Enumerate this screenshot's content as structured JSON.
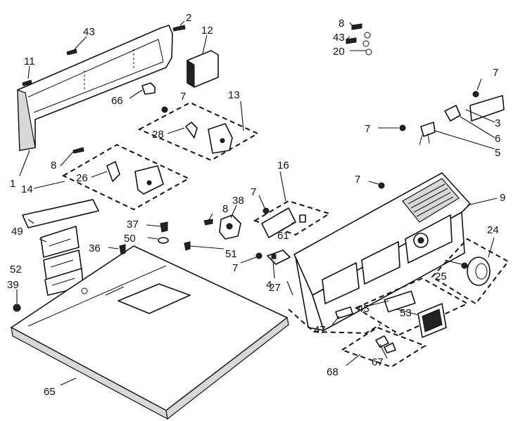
{
  "callouts": {
    "c1": "1",
    "c2": "2",
    "c3": "3",
    "c4": "4",
    "c5": "5",
    "c6": "6",
    "c7a": "7",
    "c7b": "7",
    "c7c": "7",
    "c7d": "7",
    "c7e": "7",
    "c7f": "7",
    "c8a": "8",
    "c8b": "8",
    "c8c": "8",
    "c9": "9",
    "c11": "11",
    "c12": "12",
    "c13": "13",
    "c14": "14",
    "c16": "16",
    "c20": "20",
    "c24": "24",
    "c25": "25",
    "c26": "26",
    "c27": "27",
    "c28": "28",
    "c36": "36",
    "c37": "37",
    "c38": "38",
    "c39": "39",
    "c43a": "43",
    "c43b": "43",
    "c45": "45",
    "c47": "47",
    "c49": "49",
    "c50": "50",
    "c51": "51",
    "c52": "52",
    "c53": "53",
    "c61": "61",
    "c65": "65",
    "c66": "66",
    "c67": "67",
    "c68": "68"
  }
}
